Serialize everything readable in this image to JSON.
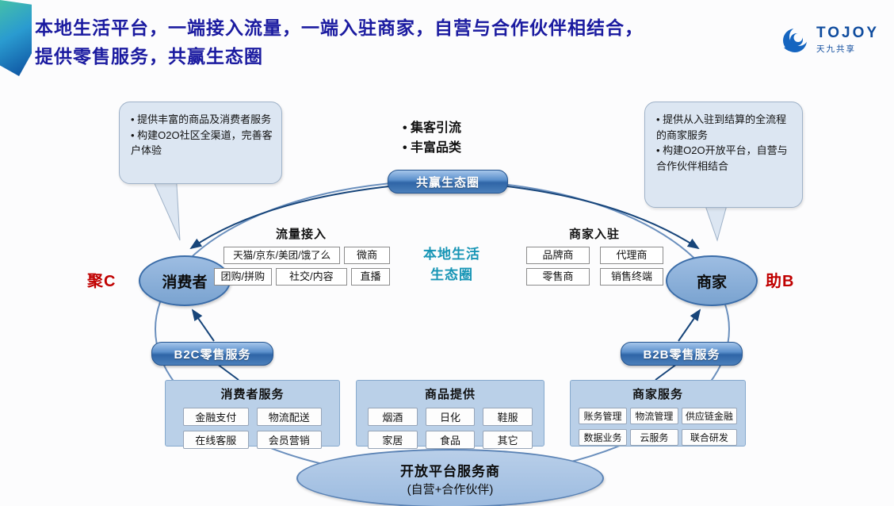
{
  "title": {
    "line1": "本地生活平台，一端接入流量，一端入驻商家，自营与合作伙伴相结合，",
    "line2": "提供零售服务，共赢生态圈"
  },
  "logo": {
    "name": "TOJOY",
    "subtitle": "天九共享"
  },
  "colors": {
    "title_blue": "#1b1ba0",
    "accent_red": "#c00000",
    "accent_teal": "#1795b5",
    "pill_blue": "#3f76b8",
    "panel_blue": "#bad0e8",
    "node_blue": "#8db3dd"
  },
  "callout_left": {
    "bullets": [
      "• 提供丰富的商品及消费者服务",
      "• 构建O2O社区全渠道，完善客户体验"
    ]
  },
  "callout_right": {
    "bullets": [
      "• 提供从入驻到结算的全流程的商家服务",
      "• 构建O2O开放平台，自营与合作伙伴相结合"
    ]
  },
  "center_top": {
    "bullets": [
      "• 集客引流",
      "• 丰富品类"
    ]
  },
  "ecosystem_pill": "共赢生态圈",
  "center_label": {
    "line1": "本地生活",
    "line2": "生态圈"
  },
  "left_node": {
    "label": "消费者",
    "tag": "聚C"
  },
  "right_node": {
    "label": "商家",
    "tag": "助B"
  },
  "traffic": {
    "title": "流量接入",
    "row1": [
      "天猫/京东/美团/饿了么",
      "微商"
    ],
    "row2": [
      "团购/拼购",
      "社交/内容",
      "直播"
    ]
  },
  "merchants": {
    "title": "商家入驻",
    "row1": [
      "品牌商",
      "代理商"
    ],
    "row2": [
      "零售商",
      "销售终端"
    ]
  },
  "b2c_pill": "B2C零售服务",
  "b2b_pill": "B2B零售服务",
  "panel_consumer": {
    "title": "消费者服务",
    "boxes": [
      "金融支付",
      "物流配送",
      "在线客服",
      "会员营销"
    ]
  },
  "panel_goods": {
    "title": "商品提供",
    "boxes": [
      "烟酒",
      "日化",
      "鞋服",
      "家居",
      "食品",
      "其它"
    ]
  },
  "panel_merchant": {
    "title": "商家服务",
    "boxes": [
      "账务管理",
      "物流管理",
      "供应链金融",
      "数据业务",
      "云服务",
      "联合研发"
    ]
  },
  "bottom_ellipse": {
    "line1": "开放平台服务商",
    "line2": "(自营+合作伙伴)"
  }
}
